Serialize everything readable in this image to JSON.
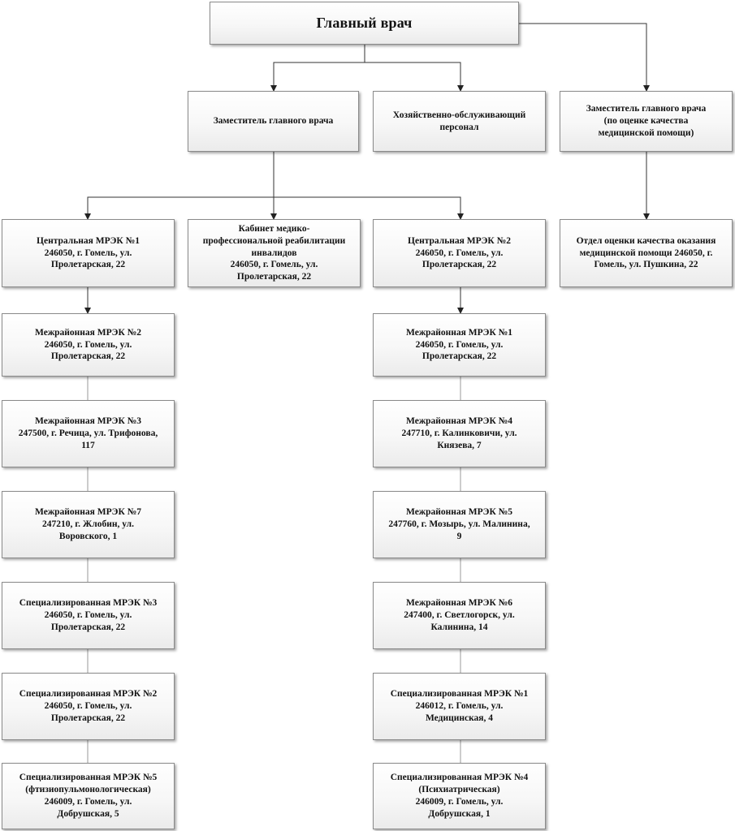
{
  "boxes": {
    "chief": "Главный врач",
    "deputy1": "Заместитель главного врача",
    "maintenance": "Хозяйственно-обслуживающий\nперсонал",
    "deputy2": "Заместитель главного врача\n(по оценке качества\nмедицинской помощи)",
    "central1": "Центральная МРЭК №1\n246050, г. Гомель, ул.\nПролетарская, 22",
    "rehab": "Кабинет медико-\nпрофессиональной реабилитации\nинвалидов\n246050, г. Гомель, ул.\nПролетарская, 22",
    "central2": "Центральная МРЭК №2\n246050, г. Гомель, ул.\nПролетарская, 22",
    "quality_dept": "Отдел оценки качества оказания\nмедицинской помощи 246050, г.\nГомель, ул. Пушкина, 22",
    "l1": "Межрайонная МРЭК №2\n246050, г. Гомель, ул.\nПролетарская, 22",
    "l2": "Межрайонная МРЭК №3\n247500, г. Речица, ул. Трифонова,\n117",
    "l3": "Межрайонная МРЭК №7\n247210, г. Жлобин, ул.\nВоровского, 1",
    "l4": "Специализированная МРЭК №3\n246050, г. Гомель, ул.\nПролетарская, 22",
    "l5": "Специализированная МРЭК №2\n246050, г. Гомель, ул.\nПролетарская, 22",
    "l6": "Специализированная МРЭК №5\n(фтизиопульмонологическая)\n246009, г. Гомель, ул.\nДобрушская, 5",
    "r1": "Межрайонная МРЭК №1\n246050, г. Гомель, ул.\nПролетарская, 22",
    "r2": "Межрайонная МРЭК №4\n247710, г. Калинковичи, ул.\nКнязева, 7",
    "r3": "Межрайонная МРЭК №5\n247760, г. Мозырь, ул. Малинина,\n9",
    "r4": "Межрайонная МРЭК №6\n247400, г. Светлогорск, ул.\nКалинина, 14",
    "r5": "Специализированная МРЭК №1\n246012, г. Гомель, ул.\nМедицинская, 4",
    "r6": "Специализированная МРЭК №4\n(Психиатрическая)\n246009, г. Гомель, ул.\nДобрушская, 1"
  }
}
